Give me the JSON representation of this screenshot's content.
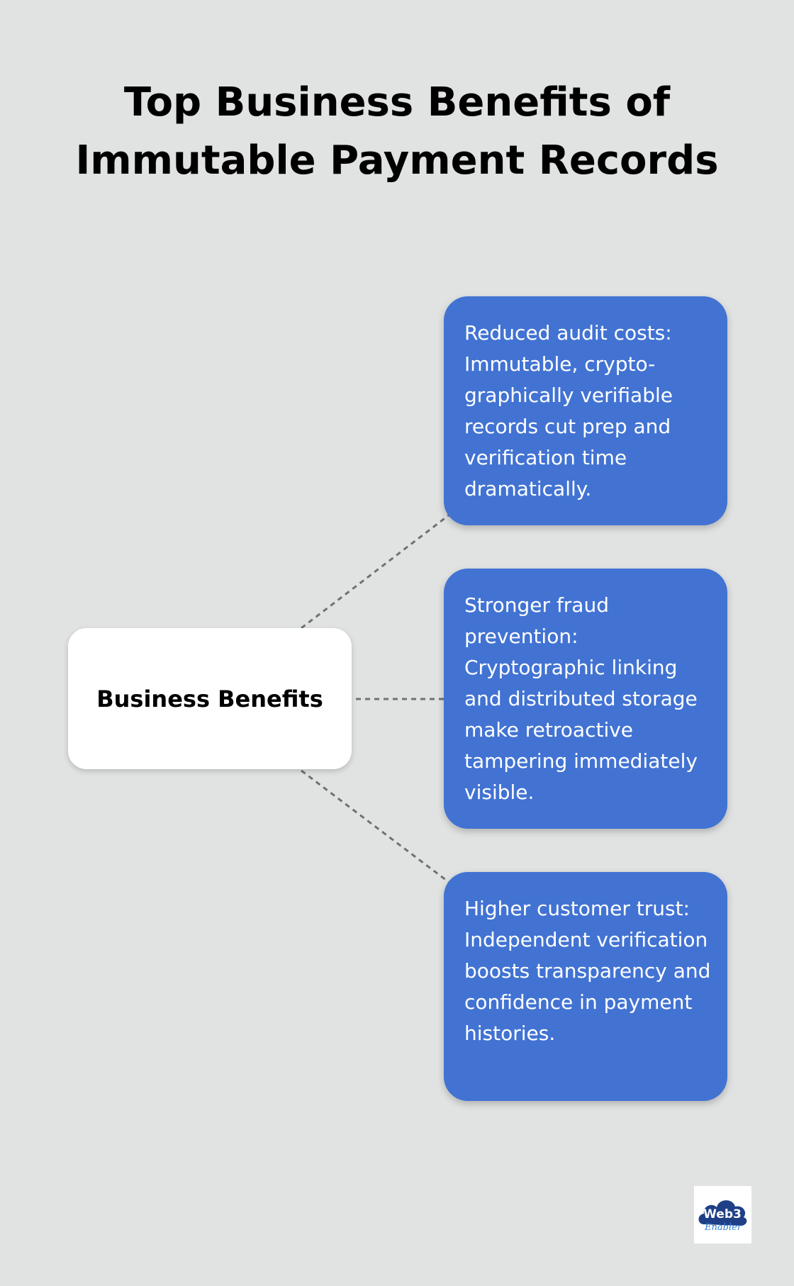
{
  "title": {
    "line1": "Top Business Benefits of",
    "line2": "Immutable Payment Records"
  },
  "center": {
    "label": "Business Benefits"
  },
  "benefits": [
    {
      "text": "Reduced audit costs: Immutable, crypto-graphically verifiable records cut prep and verification time dramatically."
    },
    {
      "text": "Stronger fraud prevention: Cryptographic linking and distributed storage make retroactive tampering immediately visible."
    },
    {
      "text": "Higher customer trust: Independent verification boosts transparency and confidence in payment histories."
    }
  ],
  "logo": {
    "text": "Web3 Enabler",
    "icon": "cloud-logo-icon"
  },
  "colors": {
    "background": "#e1e3e3",
    "card": "#4273d3",
    "connector": "#6f7274",
    "logo_blue": "#1f3f86"
  }
}
